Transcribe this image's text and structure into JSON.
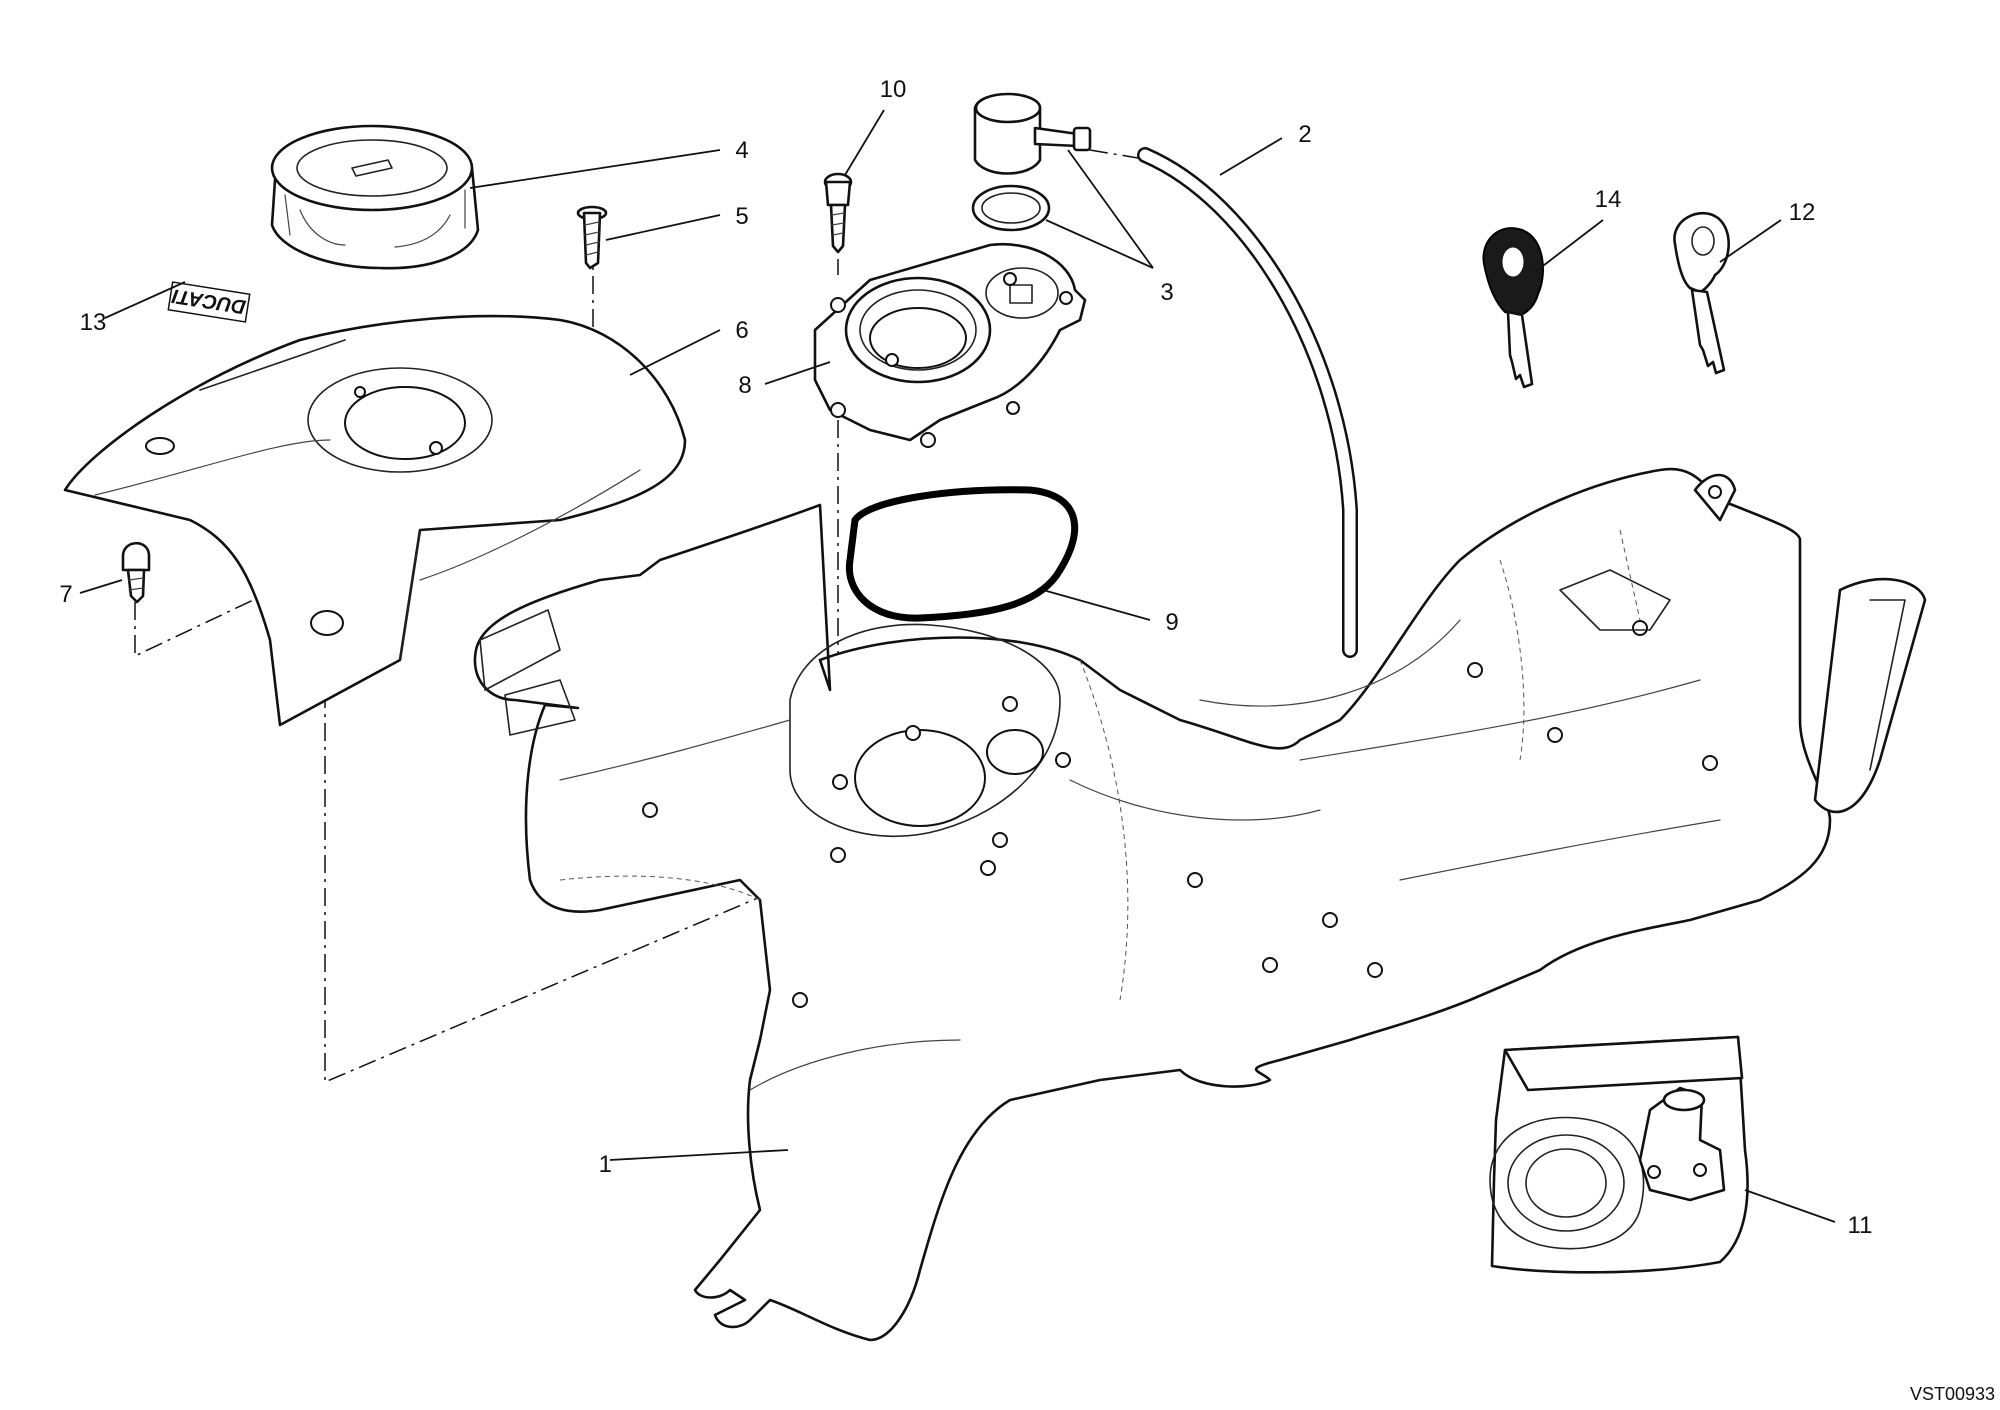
{
  "drawing_code": "VST00933",
  "decal_logo_text": "DUCATI",
  "callouts": {
    "c1": "1",
    "c2": "2",
    "c3": "3",
    "c4": "4",
    "c5": "5",
    "c6": "6",
    "c7": "7",
    "c8": "8",
    "c9": "9",
    "c10": "10",
    "c11": "11",
    "c12": "12",
    "c13": "13",
    "c14": "14"
  }
}
